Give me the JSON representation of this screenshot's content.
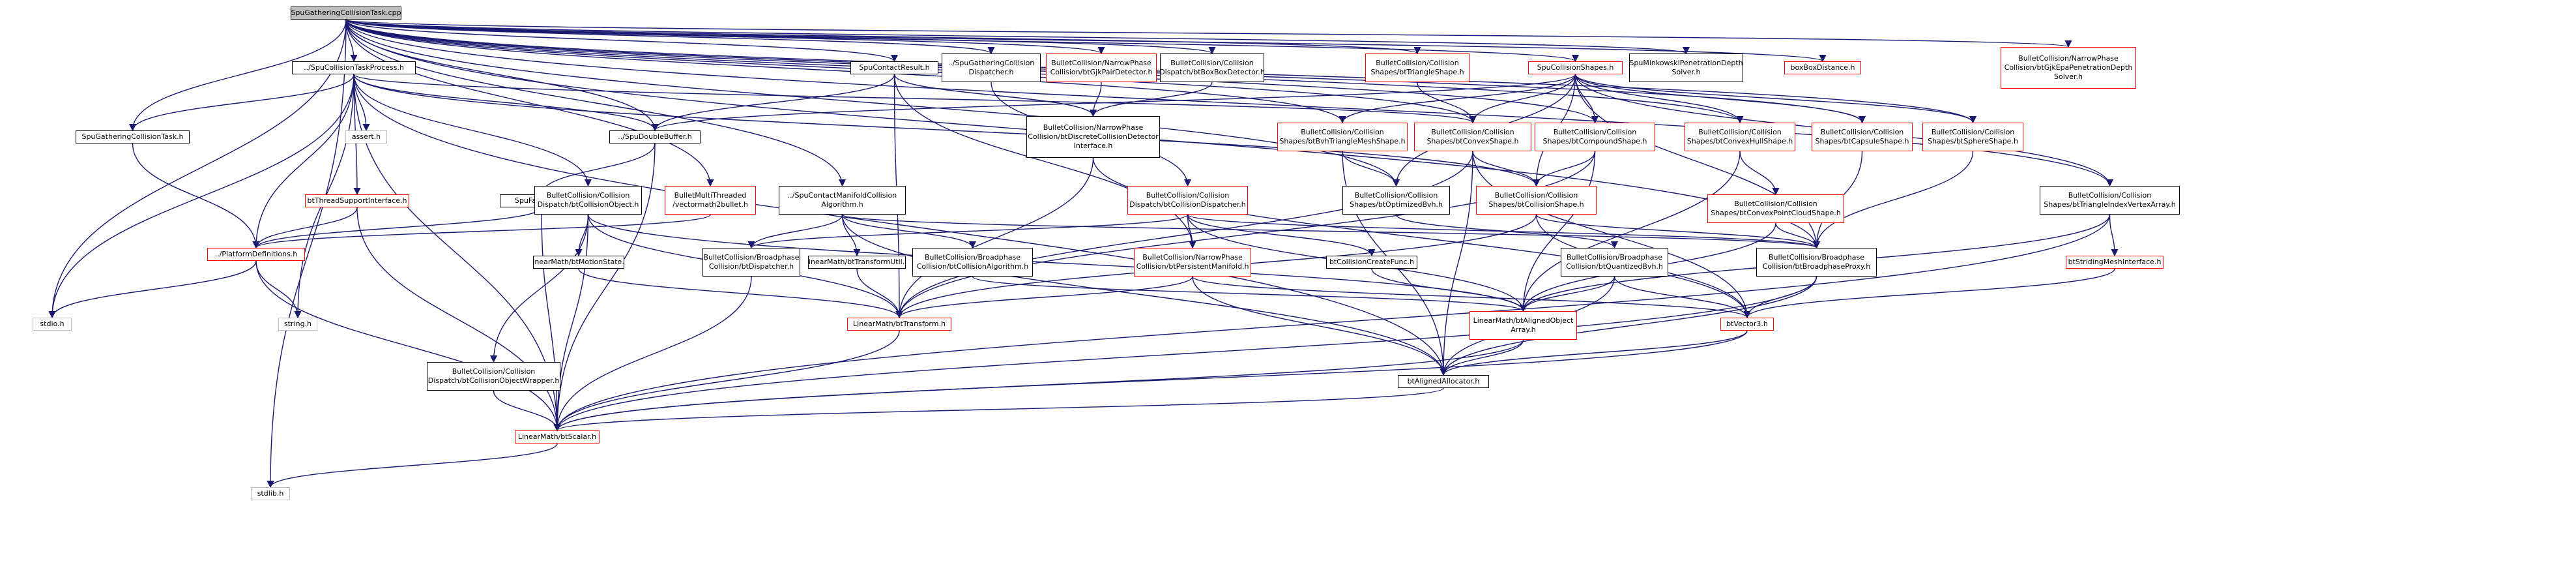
{
  "graph": {
    "stroke_color": "#191970",
    "border_colors": {
      "black": "#000000",
      "red": "#ff0000",
      "grey": "#bfbfbf",
      "root_fill": "#bfbfbf"
    },
    "nodes": [
      {
        "id": "root",
        "label": "SpuGatheringCollisionTask.cpp",
        "style": "root"
      },
      {
        "id": "spuCollisionTaskProcess",
        "label": "../SpuCollisionTaskProcess.h",
        "style": "black"
      },
      {
        "id": "spuContactResult",
        "label": "SpuContactResult.h",
        "style": "black"
      },
      {
        "id": "spuGatheringCollisionDispatcher",
        "label": "../SpuGatheringCollision\nDispatcher.h",
        "style": "black"
      },
      {
        "id": "gjkPairDetector",
        "label": "BulletCollision/NarrowPhase\nCollision/btGjkPairDetector.h",
        "style": "red"
      },
      {
        "id": "boxBoxDetector",
        "label": "BulletCollision/Collision\nDispatch/btBoxBoxDetector.h",
        "style": "black"
      },
      {
        "id": "triangleShape",
        "label": "BulletCollision/Collision\nShapes/btTriangleShape.h",
        "style": "red"
      },
      {
        "id": "spuCollisionShapes",
        "label": "SpuCollisionShapes.h",
        "style": "red"
      },
      {
        "id": "spuMinkowski",
        "label": "SpuMinkowskiPenetrationDepth\nSolver.h",
        "style": "black"
      },
      {
        "id": "boxBoxDistance",
        "label": "boxBoxDistance.h",
        "style": "red"
      },
      {
        "id": "gjkEpa",
        "label": "BulletCollision/NarrowPhase\nCollision/btGjkEpaPenetrationDepth\nSolver.h",
        "style": "red"
      },
      {
        "id": "spuGatheringCollisionTask",
        "label": "SpuGatheringCollisionTask.h",
        "style": "black"
      },
      {
        "id": "assert",
        "label": "assert.h",
        "style": "grey"
      },
      {
        "id": "spuDoubleBuffer",
        "label": "../SpuDoubleBuffer.h",
        "style": "black"
      },
      {
        "id": "discreteCollisionDetector",
        "label": "BulletCollision/NarrowPhase\nCollision/btDiscreteCollisionDetector\nInterface.h",
        "style": "black"
      },
      {
        "id": "bvhTriangleMeshShape",
        "label": "BulletCollision/Collision\nShapes/btBvhTriangleMeshShape.h",
        "style": "red"
      },
      {
        "id": "convexShape",
        "label": "BulletCollision/Collision\nShapes/btConvexShape.h",
        "style": "red"
      },
      {
        "id": "compoundShape",
        "label": "BulletCollision/Collision\nShapes/btCompoundShape.h",
        "style": "red"
      },
      {
        "id": "convexHullShape",
        "label": "BulletCollision/Collision\nShapes/btConvexHullShape.h",
        "style": "red"
      },
      {
        "id": "capsuleShape",
        "label": "BulletCollision/Collision\nShapes/btCapsuleShape.h",
        "style": "red"
      },
      {
        "id": "sphereShape",
        "label": "BulletCollision/Collision\nShapes/btSphereShape.h",
        "style": "red"
      },
      {
        "id": "spuFakeDma",
        "label": "SpuFakeDma.h",
        "style": "black"
      },
      {
        "id": "threadSupportInterface",
        "label": "btThreadSupportInterface.h",
        "style": "red"
      },
      {
        "id": "collisionObject",
        "label": "BulletCollision/Collision\nDispatch/btCollisionObject.h",
        "style": "black"
      },
      {
        "id": "multiThreaded",
        "label": "BulletMultiThreaded\n/vectormath2bullet.h",
        "style": "red"
      },
      {
        "id": "spuContactManifold",
        "label": "../SpuContactManifoldCollision\nAlgorithm.h",
        "style": "black"
      },
      {
        "id": "collisionDispatcher",
        "label": "BulletCollision/Collision\nDispatch/btCollisionDispatcher.h",
        "style": "red"
      },
      {
        "id": "optimizedBvh",
        "label": "BulletCollision/Collision\nShapes/btOptimizedBvh.h",
        "style": "black"
      },
      {
        "id": "collisionShape",
        "label": "BulletCollision/Collision\nShapes/btCollisionShape.h",
        "style": "red"
      },
      {
        "id": "convexPointCloud",
        "label": "BulletCollision/Collision\nShapes/btConvexPointCloudShape.h",
        "style": "red"
      },
      {
        "id": "triangleIndexVertexArray",
        "label": "BulletCollision/Collision\nShapes/btTriangleIndexVertexArray.h",
        "style": "black"
      },
      {
        "id": "platformDefinitions",
        "label": "../PlatformDefinitions.h",
        "style": "red"
      },
      {
        "id": "motionState",
        "label": "LinearMath/btMotionState.h",
        "style": "black"
      },
      {
        "id": "broadphaseDispatcher",
        "label": "BulletCollision/Broadphase\nCollision/btDispatcher.h",
        "style": "black"
      },
      {
        "id": "transformUtil",
        "label": "LinearMath/btTransformUtil.h",
        "style": "black"
      },
      {
        "id": "collisionAlgorithm",
        "label": "BulletCollision/Broadphase\nCollision/btCollisionAlgorithm.h",
        "style": "black"
      },
      {
        "id": "persistentManifold",
        "label": "BulletCollision/NarrowPhase\nCollision/btPersistentManifold.h",
        "style": "red"
      },
      {
        "id": "collisionCreateFunc",
        "label": "btCollisionCreateFunc.h",
        "style": "black"
      },
      {
        "id": "quantizedBvh",
        "label": "BulletCollision/Broadphase\nCollision/btQuantizedBvh.h",
        "style": "black"
      },
      {
        "id": "broadphaseProxy",
        "label": "BulletCollision/Broadphase\nCollision/btBroadphaseProxy.h",
        "style": "black"
      },
      {
        "id": "stridingMesh",
        "label": "btStridingMeshInterface.h",
        "style": "red"
      },
      {
        "id": "stdio",
        "label": "stdio.h",
        "style": "grey"
      },
      {
        "id": "string",
        "label": "string.h",
        "style": "grey"
      },
      {
        "id": "transform",
        "label": "LinearMath/btTransform.h",
        "style": "red"
      },
      {
        "id": "alignedObjectArray",
        "label": "LinearMath/btAlignedObject\nArray.h",
        "style": "red"
      },
      {
        "id": "vector3",
        "label": "btVector3.h",
        "style": "red"
      },
      {
        "id": "collisionObjectWrapper",
        "label": "BulletCollision/Collision\nDispatch/btCollisionObjectWrapper.h",
        "style": "black"
      },
      {
        "id": "alignedAllocator",
        "label": "btAlignedAllocator.h",
        "style": "black"
      },
      {
        "id": "scalar",
        "label": "LinearMath/btScalar.h",
        "style": "red"
      },
      {
        "id": "stdlib",
        "label": "stdlib.h",
        "style": "grey"
      }
    ]
  }
}
